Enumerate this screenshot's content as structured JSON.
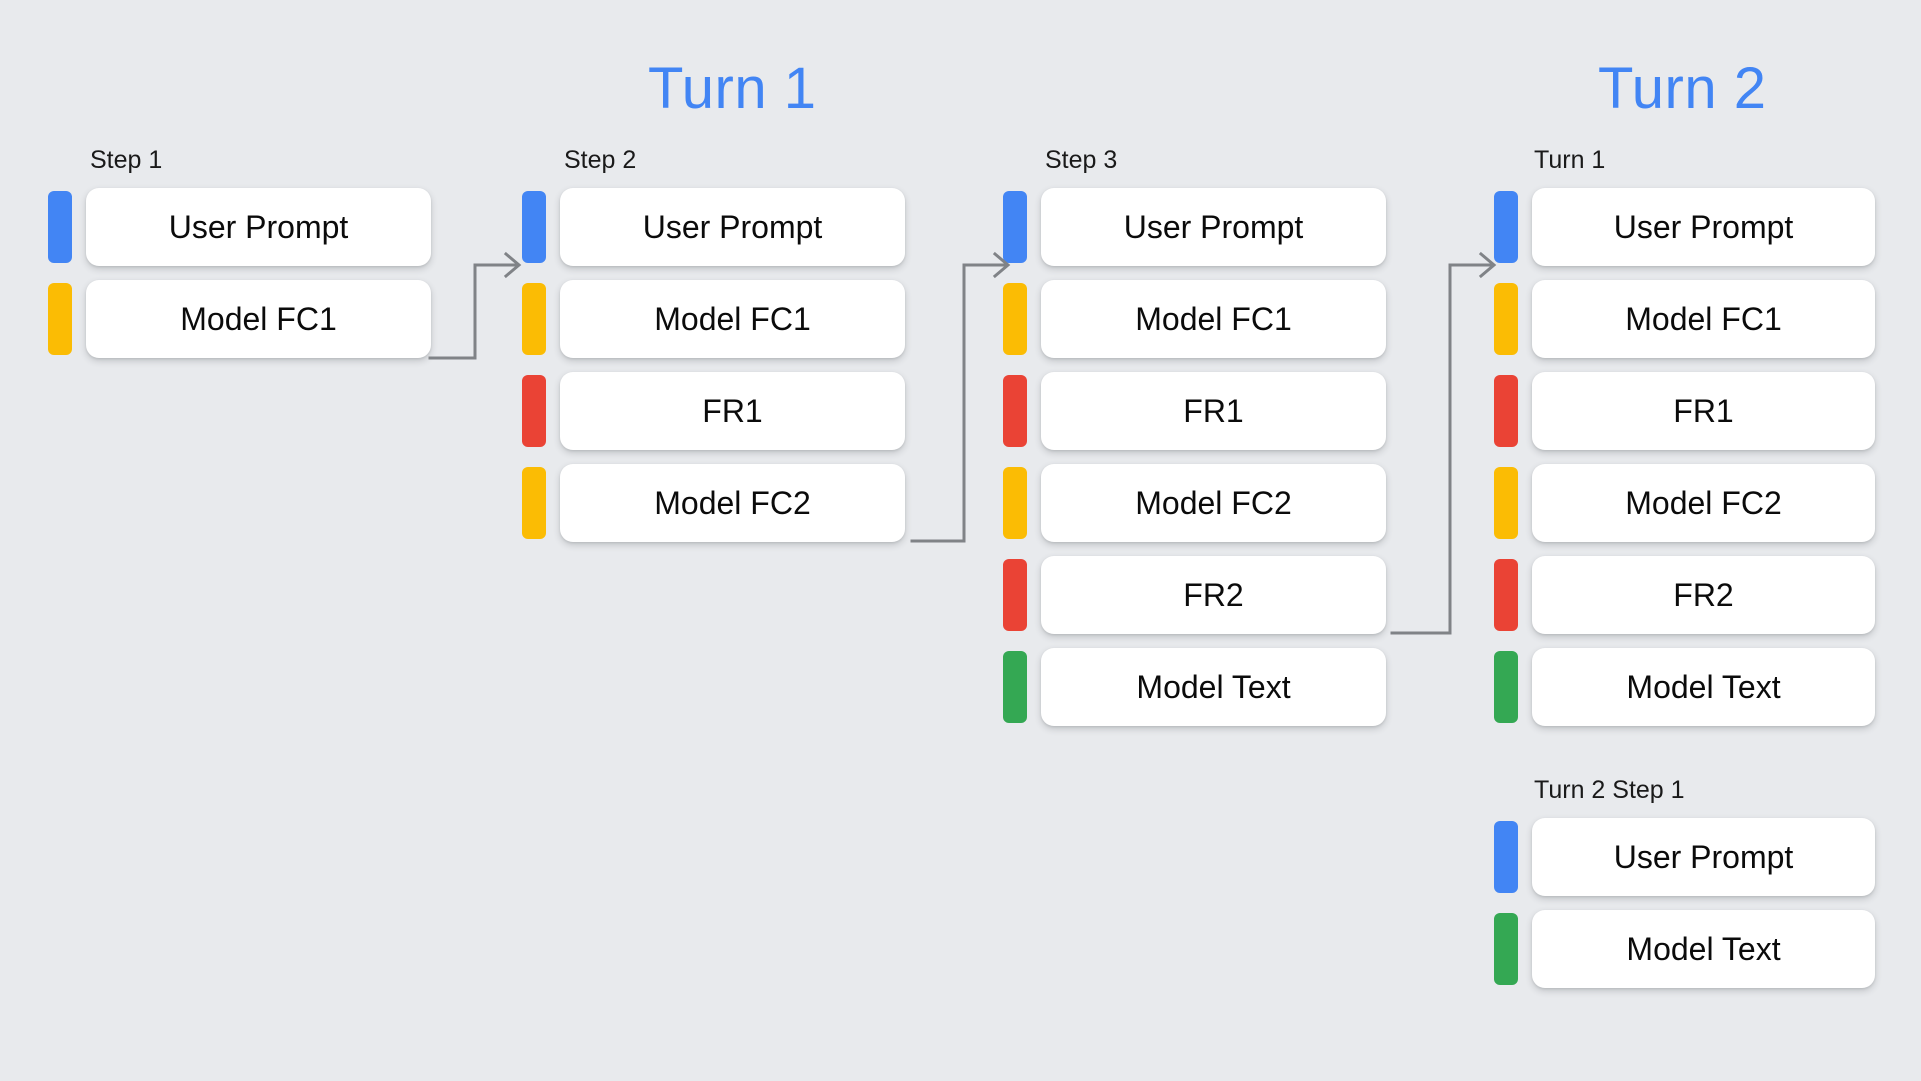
{
  "background_color": "#e8eaed",
  "headings": [
    {
      "id": "turn-1",
      "label": "Turn 1",
      "color": "#4285f4"
    },
    {
      "id": "turn-2",
      "label": "Turn 2",
      "color": "#4285f4"
    }
  ],
  "legend_colors": {
    "user_prompt": "#4285f4",
    "model_fc": "#fbbc04",
    "function_response": "#ea4335",
    "model_text": "#34a853"
  },
  "columns": [
    {
      "id": "col-1",
      "label": "Step 1",
      "rows": [
        {
          "label": "User Prompt",
          "color": "#4285f4",
          "kind": "user-prompt"
        },
        {
          "label": "Model FC1",
          "color": "#fbbc04",
          "kind": "model-function-call"
        }
      ]
    },
    {
      "id": "col-2",
      "label": "Step 2",
      "rows": [
        {
          "label": "User Prompt",
          "color": "#4285f4",
          "kind": "user-prompt"
        },
        {
          "label": "Model FC1",
          "color": "#fbbc04",
          "kind": "model-function-call"
        },
        {
          "label": "FR1",
          "color": "#ea4335",
          "kind": "function-response"
        },
        {
          "label": "Model FC2",
          "color": "#fbbc04",
          "kind": "model-function-call"
        }
      ]
    },
    {
      "id": "col-3",
      "label": "Step 3",
      "rows": [
        {
          "label": "User Prompt",
          "color": "#4285f4",
          "kind": "user-prompt"
        },
        {
          "label": "Model FC1",
          "color": "#fbbc04",
          "kind": "model-function-call"
        },
        {
          "label": "FR1",
          "color": "#ea4335",
          "kind": "function-response"
        },
        {
          "label": "Model FC2",
          "color": "#fbbc04",
          "kind": "model-function-call"
        },
        {
          "label": "FR2",
          "color": "#ea4335",
          "kind": "function-response"
        },
        {
          "label": "Model Text",
          "color": "#34a853",
          "kind": "model-text"
        }
      ]
    },
    {
      "id": "col-4",
      "label": "Turn 1",
      "rows": [
        {
          "label": "User Prompt",
          "color": "#4285f4",
          "kind": "user-prompt"
        },
        {
          "label": "Model FC1",
          "color": "#fbbc04",
          "kind": "model-function-call"
        },
        {
          "label": "FR1",
          "color": "#ea4335",
          "kind": "function-response"
        },
        {
          "label": "Model FC2",
          "color": "#fbbc04",
          "kind": "model-function-call"
        },
        {
          "label": "FR2",
          "color": "#ea4335",
          "kind": "function-response"
        },
        {
          "label": "Model Text",
          "color": "#34a853",
          "kind": "model-text"
        }
      ]
    },
    {
      "id": "col-5",
      "label": "Turn 2 Step 1",
      "rows": [
        {
          "label": "User Prompt",
          "color": "#4285f4",
          "kind": "user-prompt"
        },
        {
          "label": "Model Text",
          "color": "#34a853",
          "kind": "model-text"
        }
      ]
    }
  ],
  "connectors": [
    {
      "id": "connector-step1-step2",
      "from": "col-1.Model FC1",
      "to": "col-2.User Prompt",
      "color": "#808387"
    },
    {
      "id": "connector-step2-step3",
      "from": "col-2.Model FC2",
      "to": "col-3.User Prompt",
      "color": "#808387"
    },
    {
      "id": "connector-step3-turn1",
      "from": "col-3.FR2",
      "to": "col-4.User Prompt",
      "color": "#808387"
    }
  ]
}
